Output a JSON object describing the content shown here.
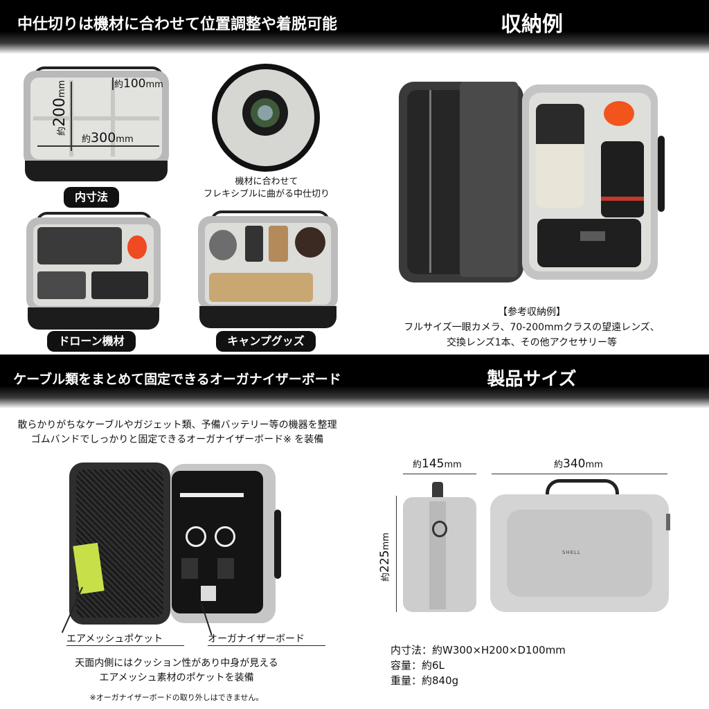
{
  "q1": {
    "title": "中仕切りは機材に合わせて位置調整や着脱可能",
    "dim_depth_prefix": "約",
    "dim_depth_value": "100",
    "dim_depth_unit": "mm",
    "dim_height_prefix": "約",
    "dim_height_value": "200",
    "dim_height_unit": "mm",
    "dim_width_prefix": "約",
    "dim_width_value": "300",
    "dim_width_unit": "mm",
    "inner_label": "内寸法",
    "divider_caption_1": "機材に合わせて",
    "divider_caption_2": "フレキシブルに曲がる中仕切り",
    "drone_label": "ドローン機材",
    "camp_label": "キャンプグッズ"
  },
  "q2": {
    "title": "収納例",
    "example_heading": "【参考収納例】",
    "example_line1": "フルサイズ一眼カメラ、70-200mmクラスの望遠レンズ、",
    "example_line2": "交換レンズ1本、その他アクセサリー等"
  },
  "q3": {
    "title": "ケーブル類をまとめて固定できるオーガナイザーボード",
    "intro_line1": "散らかりがちなケーブルやガジェット類、予備バッテリー等の機器を整理",
    "intro_line2": "ゴムバンドでしっかりと固定できるオーガナイザーボード※ を装備",
    "mesh_label": "エアメッシュポケット",
    "board_label": "オーガナイザーボード",
    "desc_line1": "天面内側にはクッション性があり中身が見える",
    "desc_line2": "エアメッシュ素材のポケットを装備",
    "note": "※オーガナイザーボードの取り外しはできません。"
  },
  "q4": {
    "title": "製品サイズ",
    "depth_prefix": "約",
    "depth_value": "145",
    "depth_unit": "mm",
    "width_prefix": "約",
    "width_value": "340",
    "width_unit": "mm",
    "height_prefix": "約",
    "height_value": "225",
    "height_unit": "mm",
    "brand": "SHELL",
    "spec_inner": "内寸法：約W300×H200×D100mm",
    "spec_capacity": "容量：約6L",
    "spec_weight": "重量：約840g"
  }
}
